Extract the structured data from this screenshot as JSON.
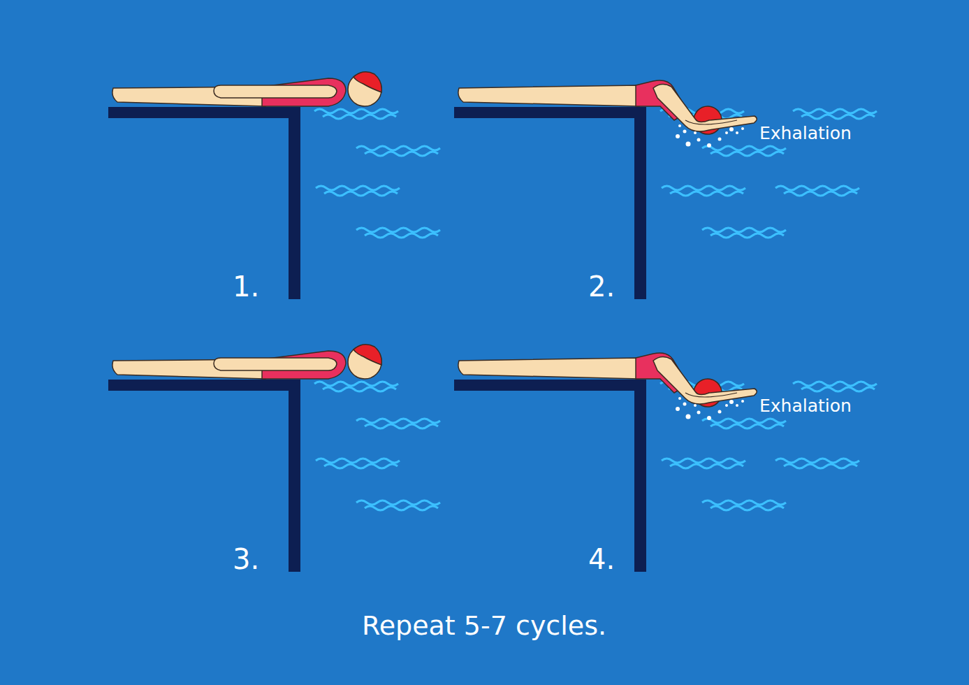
{
  "diagram": {
    "caption": "Repeat 5-7 cycles.",
    "labels": [
      "Exhalation",
      "1.",
      "2.",
      "Exhalation",
      "3.",
      "4."
    ]
  }
}
